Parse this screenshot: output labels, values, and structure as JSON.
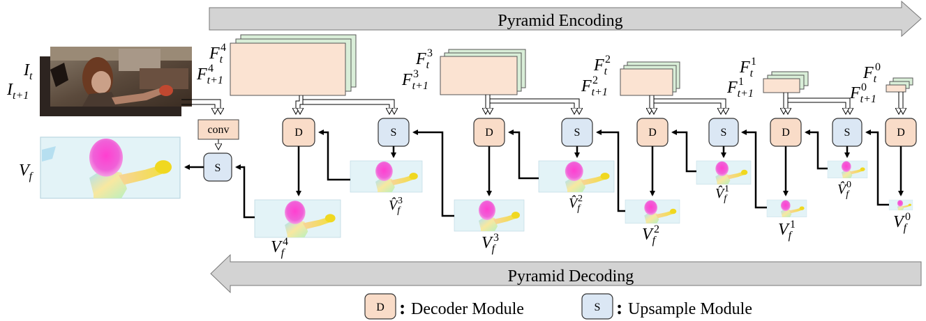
{
  "banners": {
    "encoding": "Pyramid Encoding",
    "decoding": "Pyramid Decoding"
  },
  "input": {
    "frame_label": "I",
    "frame_sub": "t",
    "next_frame_label": "I",
    "next_frame_sub": "t+1",
    "conv_label": "conv",
    "output_label": "V",
    "output_sub": "f"
  },
  "features": [
    {
      "level": "4",
      "ft_base": "F",
      "ft_sub": "t",
      "ft_sup": "4",
      "ft1_base": "F",
      "ft1_sub": "t+1",
      "ft1_sup": "4"
    },
    {
      "level": "3",
      "ft_base": "F",
      "ft_sub": "t",
      "ft_sup": "3",
      "ft1_base": "F",
      "ft1_sub": "t+1",
      "ft1_sup": "3"
    },
    {
      "level": "2",
      "ft_base": "F",
      "ft_sub": "t",
      "ft_sup": "2",
      "ft1_base": "F",
      "ft1_sub": "t+1",
      "ft1_sup": "2"
    },
    {
      "level": "1",
      "ft_base": "F",
      "ft_sub": "t",
      "ft_sup": "1",
      "ft1_base": "F",
      "ft1_sub": "t+1",
      "ft1_sup": "1"
    },
    {
      "level": "0",
      "ft_base": "F",
      "ft_sub": "t",
      "ft_sup": "0",
      "ft1_base": "F",
      "ft1_sub": "t+1",
      "ft1_sup": "0"
    }
  ],
  "modules": {
    "decoder_letter": "D",
    "upsample_letter": "S"
  },
  "flows": [
    {
      "base": "V",
      "sub": "f",
      "sup": "4"
    },
    {
      "base": "V",
      "sub": "f",
      "sup": "3"
    },
    {
      "base": "V",
      "sub": "f",
      "sup": "2"
    },
    {
      "base": "V",
      "sub": "f",
      "sup": "1"
    },
    {
      "base": "V",
      "sub": "f",
      "sup": "0"
    }
  ],
  "upsampled_flows": [
    {
      "base": "V̂",
      "sub": "f",
      "sup": "3"
    },
    {
      "base": "V̂",
      "sub": "f",
      "sup": "2"
    },
    {
      "base": "V̂",
      "sub": "f",
      "sup": "1"
    },
    {
      "base": "V̂",
      "sub": "f",
      "sup": "0"
    }
  ],
  "legend": {
    "decoder_letter": "D",
    "decoder_text": "Decoder Module",
    "upsample_letter": "S",
    "upsample_text": "Upsample Module",
    "separator": ":"
  },
  "colors": {
    "decoder_fill": "#f9dcc8",
    "upsample_fill": "#dbe7f4",
    "feature_front": "#fbe3d2",
    "feature_back": "#d9eed8",
    "banner_fill": "#d3d3d3",
    "flow_bg": "#e2f2f6"
  }
}
